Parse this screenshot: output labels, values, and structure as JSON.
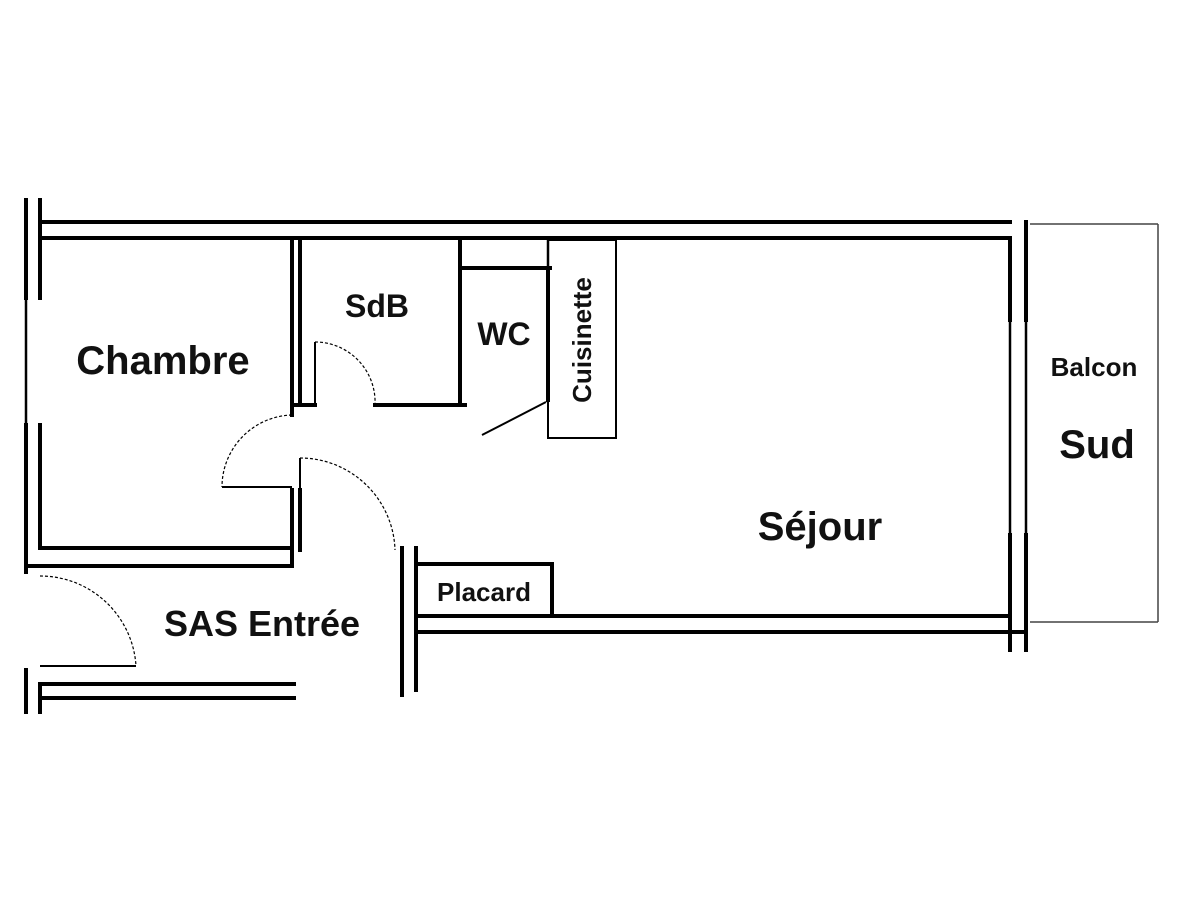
{
  "rooms": {
    "chambre": "Chambre",
    "sdb": "SdB",
    "wc": "WC",
    "cuisinette": "Cuisinette",
    "sejour": "Séjour",
    "placard": "Placard",
    "sas_entree": "SAS Entrée",
    "balcon": "Balcon",
    "sud": "Sud"
  }
}
